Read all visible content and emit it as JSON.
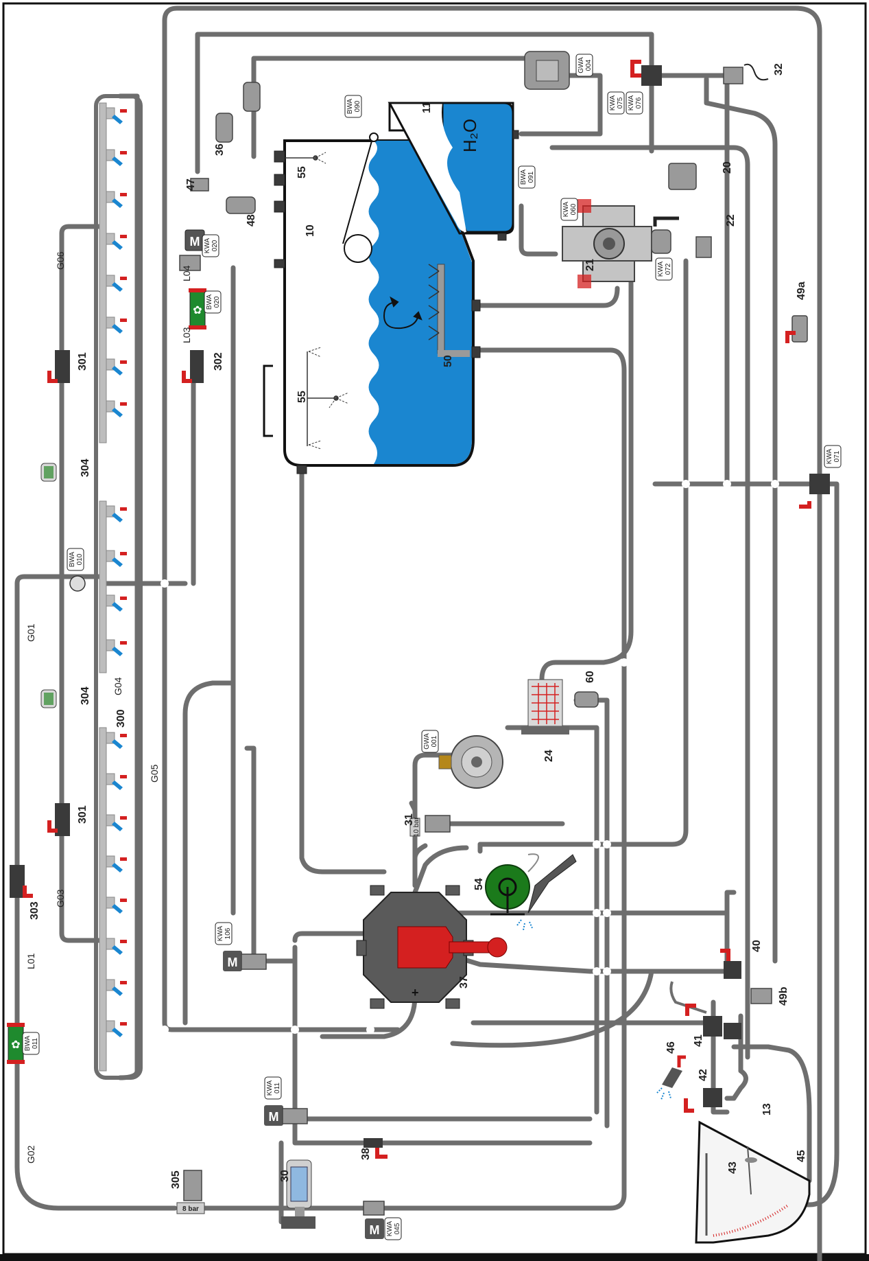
{
  "labels": {
    "n10": "10",
    "n11": "11",
    "n13": "13",
    "n20": "20",
    "n21": "21",
    "n22": "22",
    "n24": "24",
    "n30": "30",
    "n31": "31",
    "n32": "32",
    "n36": "36",
    "n37": "37",
    "n38": "38",
    "n40": "40",
    "n41": "41",
    "n42": "42",
    "n43": "43",
    "n45": "45",
    "n46": "46",
    "n47": "47",
    "n48": "48",
    "n49a": "49a",
    "n49b": "49b",
    "n50": "50",
    "n54": "54",
    "n55a": "55",
    "n55b": "55",
    "n60": "60",
    "n300": "300",
    "n301a": "301",
    "n301b": "301",
    "n302": "302",
    "n303": "303",
    "n304a": "304",
    "n304b": "304",
    "n305": "305"
  },
  "lines": {
    "g01": "G01",
    "g02": "G02",
    "g03": "G03",
    "g04": "G04",
    "g05": "G05",
    "g06": "G06",
    "l01": "L01",
    "l03": "L03",
    "l04": "L04"
  },
  "tags": {
    "bwa090": [
      "BWA",
      "090"
    ],
    "bwa091": [
      "BWA",
      "091"
    ],
    "bwa010": [
      "BWA",
      "010"
    ],
    "bwa020": [
      "BWA",
      "020"
    ],
    "bwa011": [
      "BWA",
      "011"
    ],
    "gwa004": [
      "GWA",
      "004"
    ],
    "gwa001": [
      "GWA",
      "001"
    ],
    "kwa075": [
      "KWA",
      "075"
    ],
    "kwa076": [
      "KWA",
      "076"
    ],
    "kwa060": [
      "KWA",
      "060"
    ],
    "kwa072": [
      "KWA",
      "072"
    ],
    "kwa020": [
      "KWA",
      "020"
    ],
    "kwa071": [
      "KWA",
      "071"
    ],
    "kwa106": [
      "KWA",
      "106"
    ],
    "kwa011": [
      "KWA",
      "011"
    ],
    "kwa045": [
      "KWA",
      "045"
    ]
  },
  "text": {
    "h2o": "H₂O",
    "p10bar": "10 bar",
    "p8bar": "8 bar",
    "motor": "M",
    "plus": "+"
  },
  "colors": {
    "water": "#1a86d0",
    "pipe": "#6e6e6e",
    "valve_handle": "#d42020",
    "fan_box": "#1f8a2e",
    "reel": "#1b7a1b",
    "filter_mesh": "#d42020"
  }
}
